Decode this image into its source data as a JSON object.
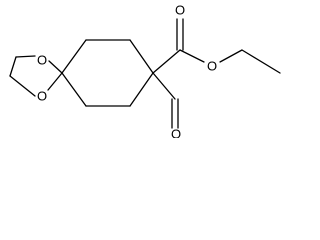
{
  "molecule": {
    "atoms": {
      "ring_oxygen_top": "O",
      "ring_oxygen_bottom": "O",
      "carbonyl_oxygen": "O",
      "ester_oxygen": "O",
      "aldehyde_oxygen": "O"
    }
  },
  "colors": {
    "bond": "#000000",
    "background": "#ffffff"
  }
}
